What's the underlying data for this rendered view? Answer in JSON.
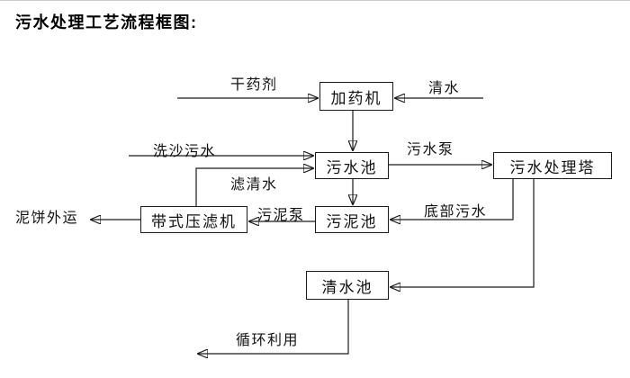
{
  "title": "污水处理工艺流程框图:",
  "diagram": {
    "nodes": {
      "dosing_machine": "加药机",
      "sewage_pool": "污水池",
      "sewage_treatment_tower": "污水处理塔",
      "belt_filter_press": "带式压滤机",
      "sludge_pool": "污泥池",
      "clean_water_pool": "清水池"
    },
    "flow_labels": {
      "dry_agent": "干药剂",
      "clean_water": "清水",
      "sand_washing_sewage": "洗沙污水",
      "sewage_pump": "污水泵",
      "filtered_water": "滤清水",
      "mud_cake_transport": "泥饼外运",
      "sludge_pump": "污泥泵",
      "bottom_sewage": "底部污水",
      "recycle_use": "循环利用"
    },
    "colors": {
      "line": "#1a1a1a",
      "box_background": "#ffffff",
      "page_background": "#ffffff"
    }
  }
}
